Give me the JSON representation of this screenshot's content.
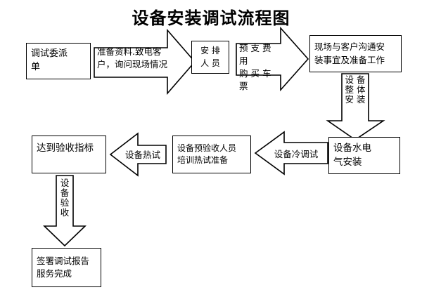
{
  "title": "设备安装调试流程图",
  "theme": {
    "background": "#ffffff",
    "stroke": "#000000",
    "text": "#000000",
    "fill": "#ffffff"
  },
  "nodes": {
    "dispatch_order": {
      "label": "调试委派\n单",
      "type": "box"
    },
    "prepare_materials": {
      "label": "准备资料.致电客\n户，询问现场情况",
      "type": "arrow-right"
    },
    "arrange_staff": {
      "label": "安 排\n人 员",
      "type": "box"
    },
    "advance_fee_ticket": {
      "label": "预 支 费 用\n购 买 车 票",
      "type": "arrow-right"
    },
    "onsite_comm": {
      "label": "现场与客户沟通安\n装事宜及准备工作",
      "type": "box"
    },
    "whole_install": {
      "label": "设备整体安装",
      "type": "arrow-down"
    },
    "water_power_install": {
      "label": "设备水电\n气安装",
      "type": "box"
    },
    "cold_commissioning": {
      "label": "设备冷调试",
      "type": "arrow-left"
    },
    "pre_acceptance": {
      "label": "设备预验收人员\n培训热试准备",
      "type": "box"
    },
    "hot_test": {
      "label": "设备热试",
      "type": "arrow-left"
    },
    "acceptance_target": {
      "label": "达到验收指标",
      "type": "box"
    },
    "equipment_acceptance": {
      "label": "设备验收",
      "type": "arrow-down"
    },
    "sign_report": {
      "label": "签署调试报告\n服务完成",
      "type": "box"
    }
  },
  "vertical_labels": {
    "whole_install_chars": [
      "设",
      "备",
      "整",
      "体",
      "安",
      "装"
    ],
    "equipment_acceptance_chars": [
      "设",
      "备",
      "验",
      "收"
    ]
  }
}
